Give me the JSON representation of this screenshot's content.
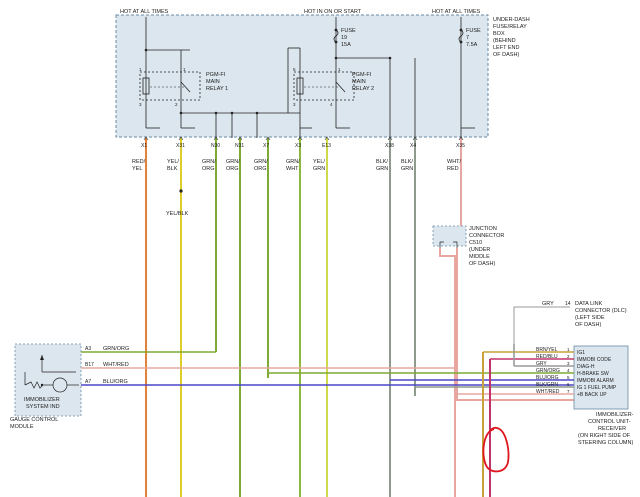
{
  "colors": {
    "box_fill": "#dbe6ee",
    "box_stroke": "#6b8aa3",
    "wire_red_yel": "#e3803a",
    "wire_yel_blk": "#dccd2a",
    "wire_grn_org": "#7faa34",
    "wire_grn_wht": "#8fb93e",
    "wire_yel_grn": "#cfd94a",
    "wire_blk_grn": "#8d9a8c",
    "wire_wht_red": "#e7a7a0",
    "wire_gry": "#9a9a9a",
    "wire_blu_org": "#4a46c9",
    "wire_brn_yel": "#c8a13a",
    "wire_red_blu": "#c2336b",
    "annotation": "#e0141e"
  },
  "fuse_box": {
    "hot_left": "HOT AT ALL TIMES",
    "hot_mid": "HOT IN ON OR START",
    "hot_right": "HOT AT ALL TIMES",
    "title": [
      "UNDER-DASH",
      "FUSE/RELAY",
      "BOX",
      "(BEHIND",
      "LEFT END",
      "OF DASH)"
    ],
    "fuse_19": [
      "FUSE",
      "19",
      "15A"
    ],
    "fuse_7": [
      "FUSE",
      "7",
      "7.5A"
    ],
    "relay_1": [
      "PGM-FI",
      "MAIN",
      "RELAY 1"
    ],
    "relay_2": [
      "PGM-FI",
      "MAIN",
      "RELAY 2"
    ],
    "relay_1_pins": {
      "top_left": "1",
      "top_right": "1",
      "bottom_left": "3",
      "bottom_right": "2"
    },
    "relay_2_pins": {
      "top_left": "5",
      "top_right": "1",
      "bottom_left": "3",
      "bottom_right": "4"
    }
  },
  "connectors": [
    {
      "pin": "X1",
      "wire": "RED/YEL",
      "color_key": "wire_red_yel"
    },
    {
      "pin": "X31",
      "wire": "YEL/BLK",
      "color_key": "wire_yel_blk"
    },
    {
      "pin": "N30",
      "wire": "GRN/ORG",
      "color_key": "wire_grn_org"
    },
    {
      "pin": "N31",
      "wire": "GRN/ORG",
      "color_key": "wire_grn_org"
    },
    {
      "pin": "X7",
      "wire": "GRN/ORG",
      "color_key": "wire_grn_org"
    },
    {
      "pin": "X3",
      "wire": "GRN/WHT",
      "color_key": "wire_grn_wht"
    },
    {
      "pin": "E13",
      "wire": "YEL/GRN",
      "color_key": "wire_yel_grn"
    },
    {
      "pin": "X38",
      "wire": "BLK/GRN",
      "color_key": "wire_blk_grn"
    },
    {
      "pin": "X4",
      "wire": "BLK/GRN",
      "color_key": "wire_blk_grn"
    },
    {
      "pin": "X35",
      "wire": "WHT/RED",
      "color_key": "wire_wht_red"
    }
  ],
  "splice_label": "YEL/BLK",
  "junction": [
    "JUNCTION",
    "CONNECTOR",
    "C510",
    "(UNDER",
    "MIDDLE",
    "OF DASH)"
  ],
  "dlc": {
    "wire": "GRY",
    "pin": "14",
    "label": [
      "DATA LINK",
      "CONNECTOR (DLC)",
      "(LEFT SIDE",
      "OF DASH)"
    ]
  },
  "gauge": {
    "label": [
      "IMMOBILIZER",
      "SYSTEM IND"
    ],
    "module": [
      "GAUGE CONTROL",
      "MODULE"
    ],
    "pins": [
      {
        "pin": "A3",
        "wire": "GRN/ORG",
        "color_key": "wire_grn_org"
      },
      {
        "pin": "B17",
        "wire": "WHT/RED",
        "color_key": "wire_wht_red"
      },
      {
        "pin": "A7",
        "wire": "BLU/ORG",
        "color_key": "wire_blu_org"
      }
    ]
  },
  "immobilizer": {
    "pins": [
      {
        "num": "1",
        "func": "IG1",
        "wire": "BRN/YEL",
        "color_key": "wire_brn_yel"
      },
      {
        "num": "2",
        "func": "IMMOBI CODE",
        "wire": "RED/BLU",
        "color_key": "wire_red_blu"
      },
      {
        "num": "3",
        "func": "DIAG-H",
        "wire": "GRY",
        "color_key": "wire_gry"
      },
      {
        "num": "4",
        "func": "H-BRAKE SW",
        "wire": "GRN/ORG",
        "color_key": "wire_grn_org"
      },
      {
        "num": "5",
        "func": "IMMOBI ALARM",
        "wire": "BLU/ORG",
        "color_key": "wire_blu_org"
      },
      {
        "num": "6",
        "func": "IG 1 FUEL PUMP",
        "wire": "BLK/GRN",
        "color_key": "wire_blk_grn"
      },
      {
        "num": "7",
        "func": "+B BACK UP",
        "wire": "WHT/RED",
        "color_key": "wire_wht_red"
      }
    ],
    "label": [
      "IMMOBILIZER-",
      "CONTROL UNIT-",
      "RECEIVER",
      "(ON RIGHT SIDE OF",
      "STEERING COLUMN)"
    ]
  }
}
